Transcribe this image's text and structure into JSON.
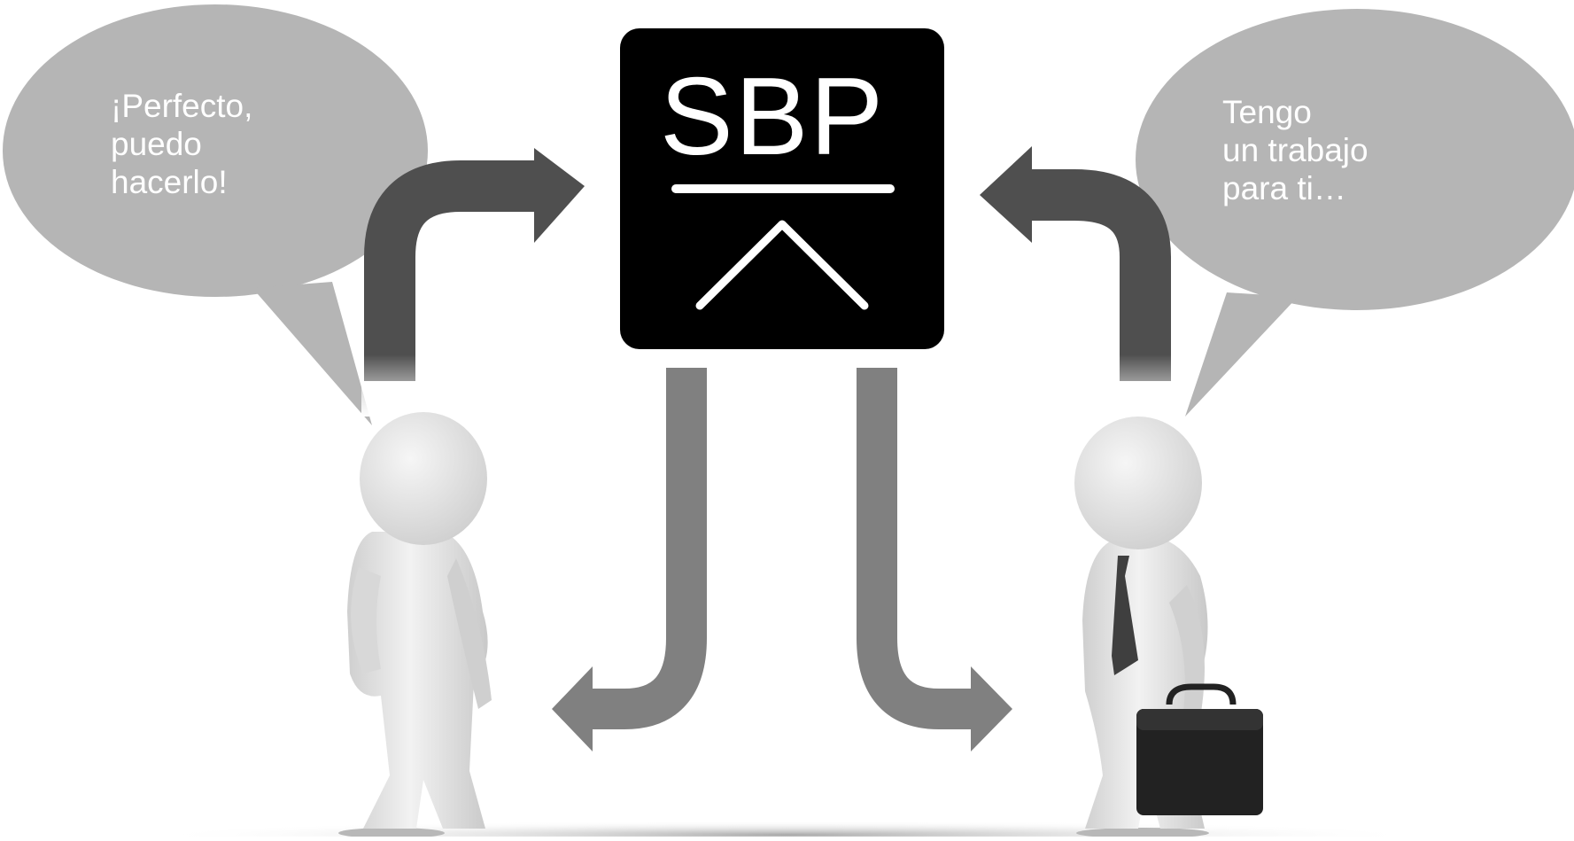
{
  "logo": {
    "text": "SBP"
  },
  "bubbles": {
    "left": {
      "text": "¡Perfecto,\npuedo\nhacerlo!"
    },
    "right": {
      "text": "Tengo\nun trabajo\npara ti…"
    }
  },
  "figures": {
    "left": {
      "label": "worker-figure"
    },
    "right": {
      "label": "client-figure-with-tie-and-briefcase"
    }
  },
  "colors": {
    "bubble": "#b5b5b5",
    "arrow_up": "#4f4f4f",
    "arrow_down": "#808080",
    "logo_box": "#000000",
    "logo_fg": "#ffffff",
    "figure": "#e6e6e6",
    "tie": "#3f3f3f",
    "briefcase": "#222222"
  }
}
